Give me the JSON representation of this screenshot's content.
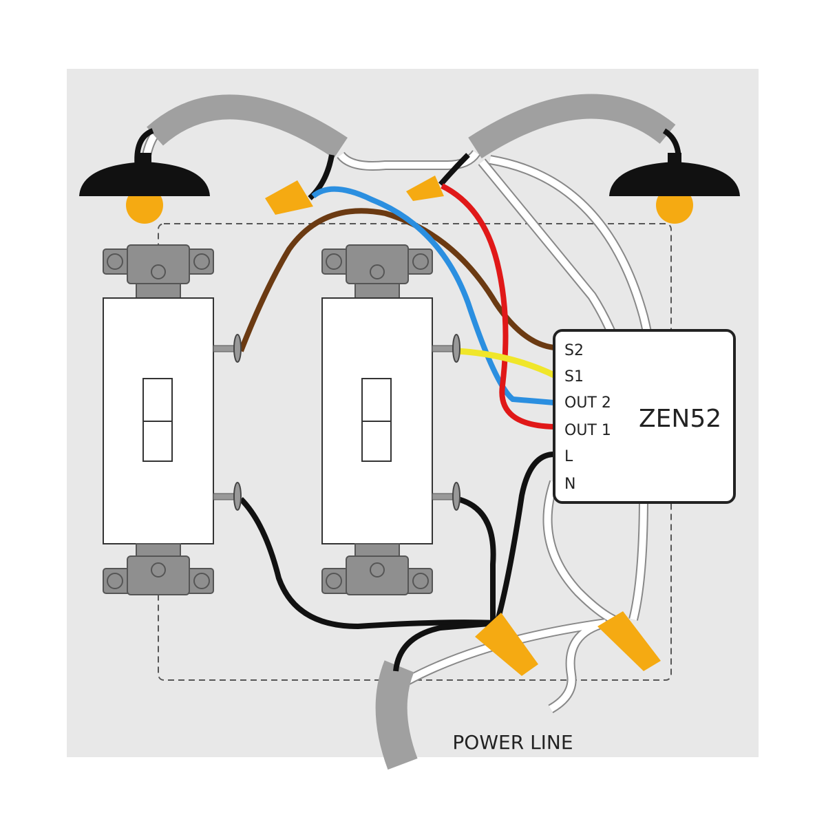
{
  "device": {
    "name": "ZEN52",
    "terminals": [
      "S2",
      "S1",
      "OUT 2",
      "OUT 1",
      "L",
      "N"
    ]
  },
  "power_label": "POWER LINE",
  "colors": {
    "background": "#e8e8e8",
    "cable_sheath": "#a0a0a0",
    "wire_hot": "#111111",
    "wire_neutral": "#ffffff",
    "wire_s2": "#6b3a12",
    "wire_s1": "#f0e62a",
    "wire_out2": "#2b8fe0",
    "wire_out1": "#e01818",
    "wire_nut": "#f5aa12",
    "bulb": "#f5aa12"
  },
  "icons": [
    "ceiling-lamp",
    "ceiling-lamp",
    "wall-switch",
    "wall-switch",
    "wire-nut"
  ]
}
